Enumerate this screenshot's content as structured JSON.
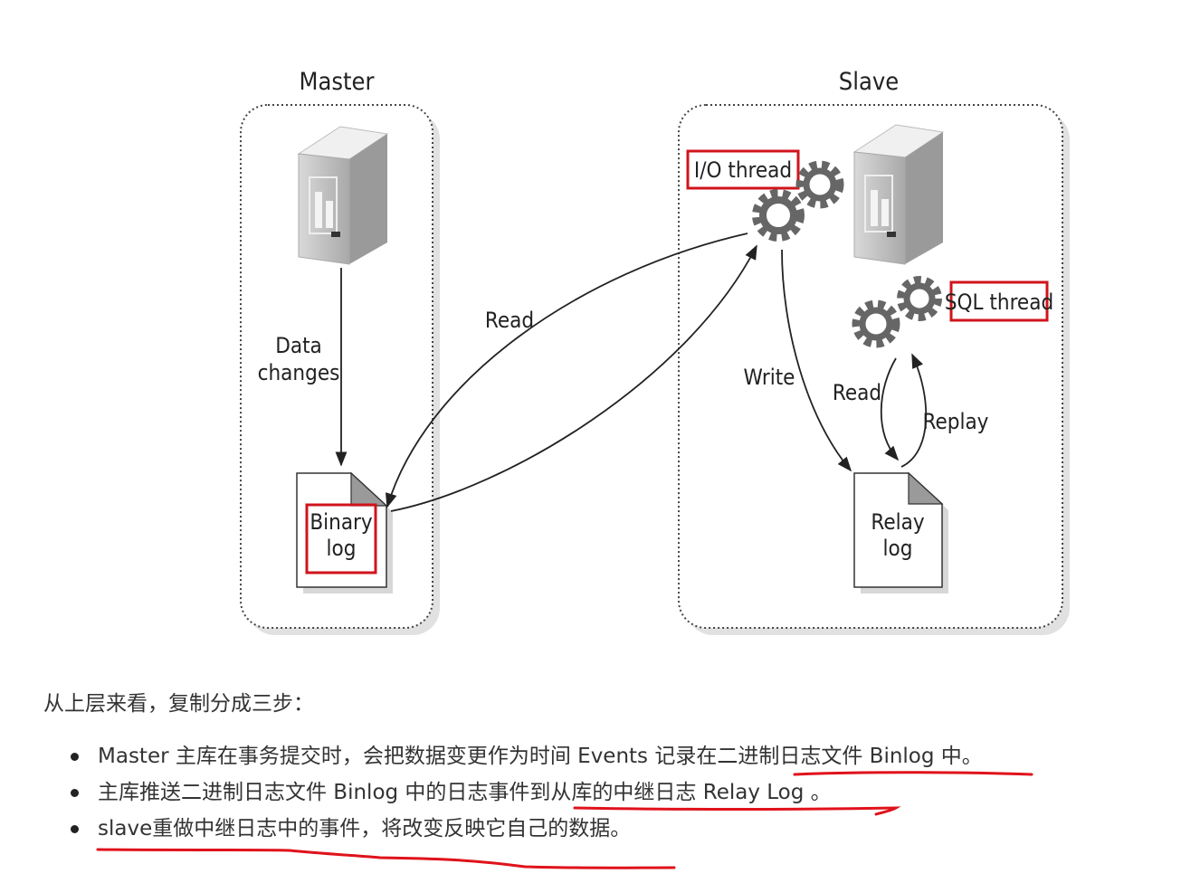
{
  "diagram": {
    "master": {
      "title": "Master",
      "data_changes_line1": "Data",
      "data_changes_line2": "changes",
      "binary_log_line1": "Binary",
      "binary_log_line2": "log"
    },
    "slave": {
      "title": "Slave",
      "io_thread": "I/O thread",
      "sql_thread": "SQL thread",
      "relay_log_line1": "Relay",
      "relay_log_line2": "log",
      "write": "Write",
      "read": "Read",
      "replay": "Replay"
    },
    "read_between": "Read",
    "highlight_color": "#d0141c"
  },
  "intro": "从上层来看，复制分成三步：",
  "steps": [
    "Master 主库在事务提交时，会把数据变更作为时间 Events 记录在二进制日志文件 Binlog 中。",
    "主库推送二进制日志文件 Binlog 中的日志事件到从库的中继日志 Relay Log 。",
    "slave重做中继日志中的事件，将改变反映它自己的数据。"
  ]
}
